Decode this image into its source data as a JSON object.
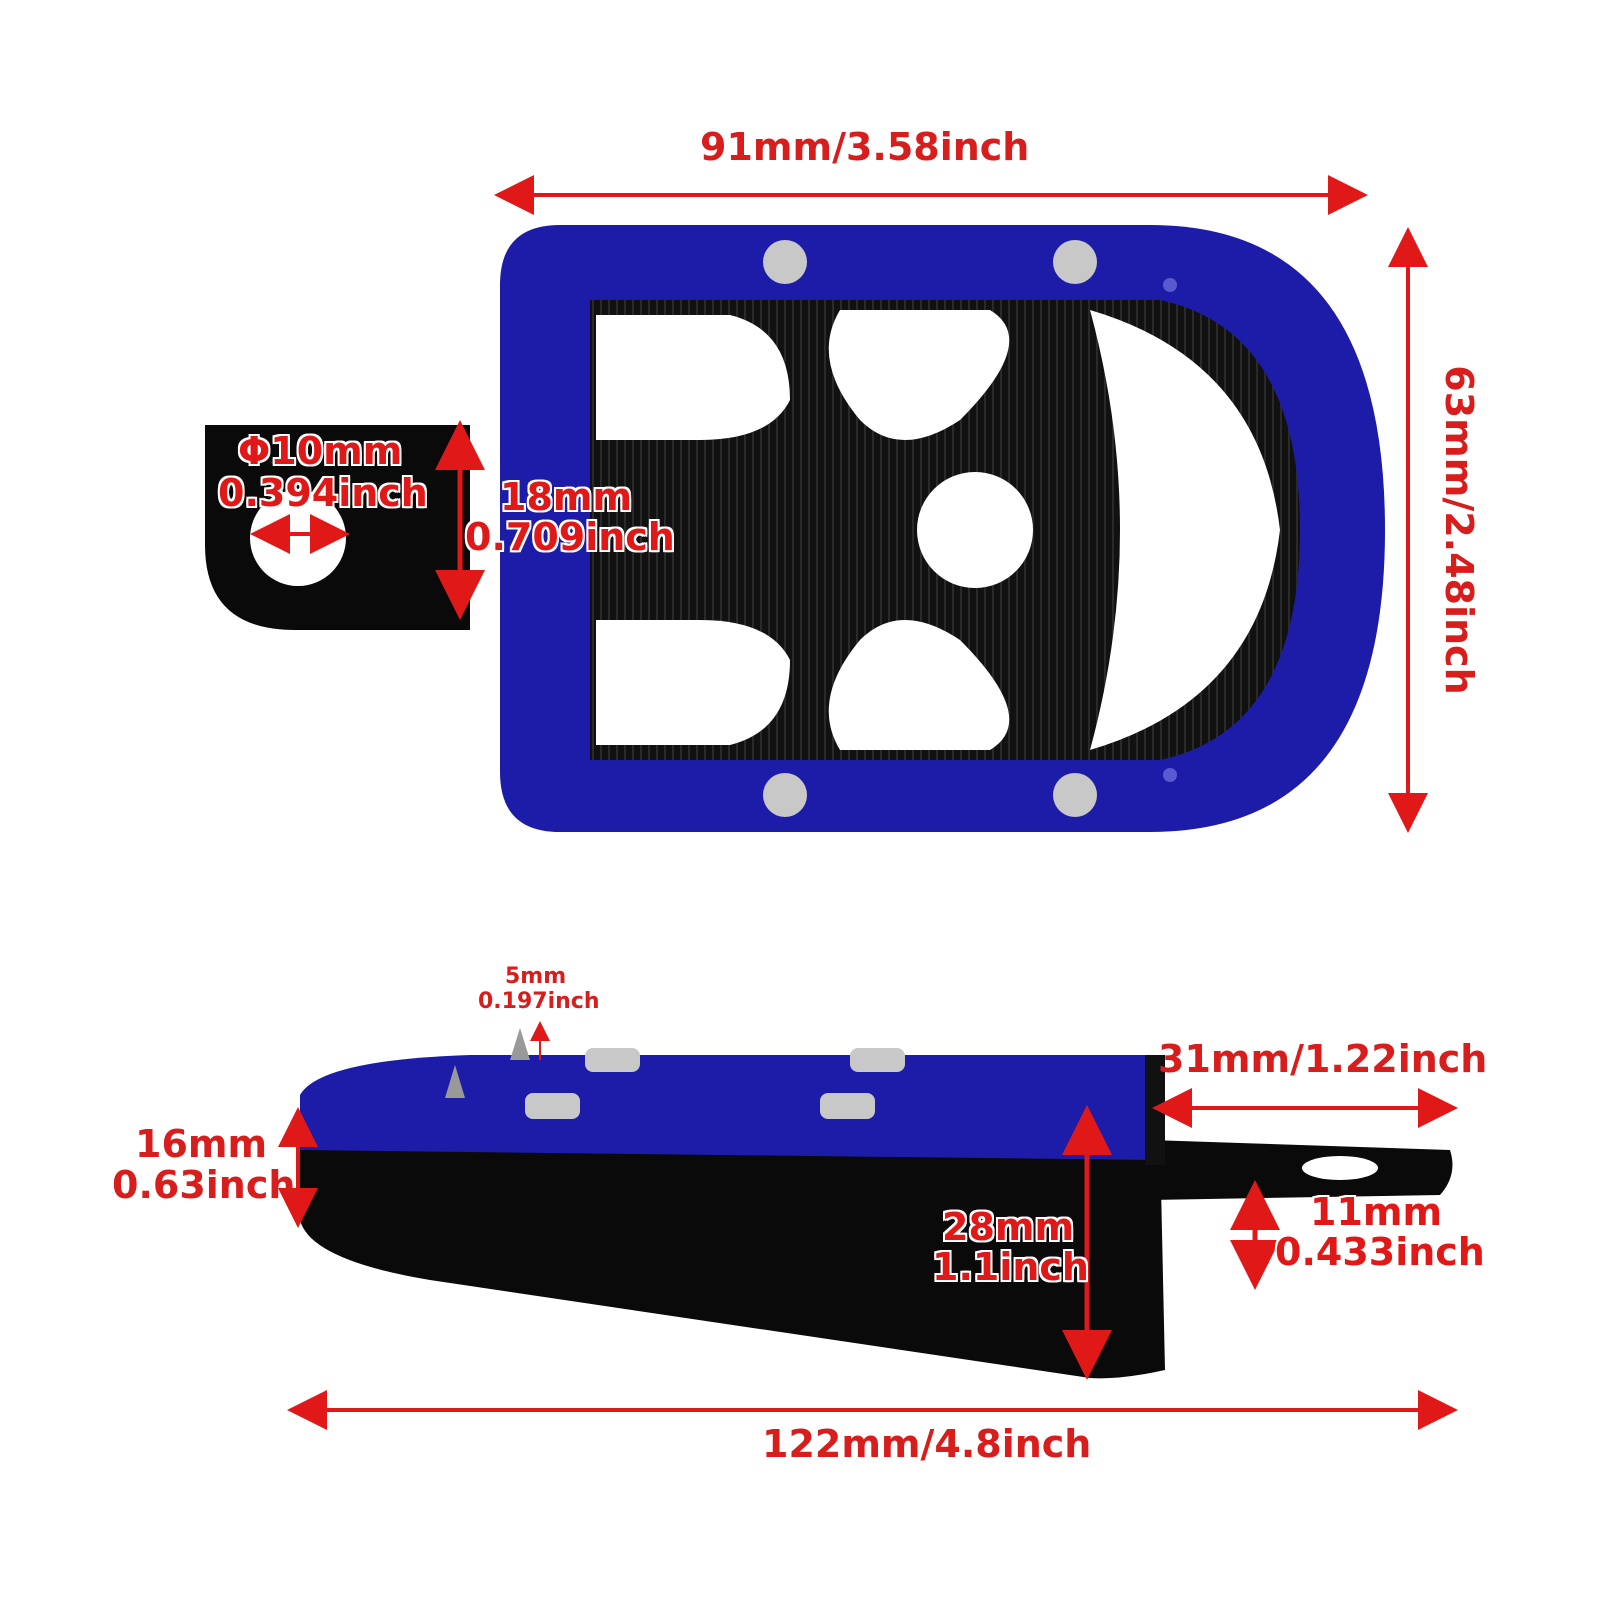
{
  "diagram": {
    "subject": "Motorcycle foot peg dimensions",
    "colors": {
      "accent": "#e01818",
      "body_blue": "#1c1ca8",
      "body_black": "#0a0a0a",
      "background": "#ffffff"
    },
    "top_view": {
      "width_label": "91mm/3.58inch",
      "height_label": "63mm/2.48inch",
      "hole_label_mm": "Φ10mm",
      "hole_label_in": "0.394inch",
      "mount_label_mm": "18mm",
      "mount_label_in": "0.709inch"
    },
    "side_view": {
      "pin_label_mm": "5mm",
      "pin_label_in": "0.197inch",
      "mount_length_label": "31mm/1.22inch",
      "front_height_mm": "16mm",
      "front_height_in": "0.63inch",
      "body_height_mm": "28mm",
      "body_height_in": "1.1inch",
      "mount_height_mm": "11mm",
      "mount_height_in": "0.433inch",
      "total_length_label": "122mm/4.8inch"
    }
  }
}
